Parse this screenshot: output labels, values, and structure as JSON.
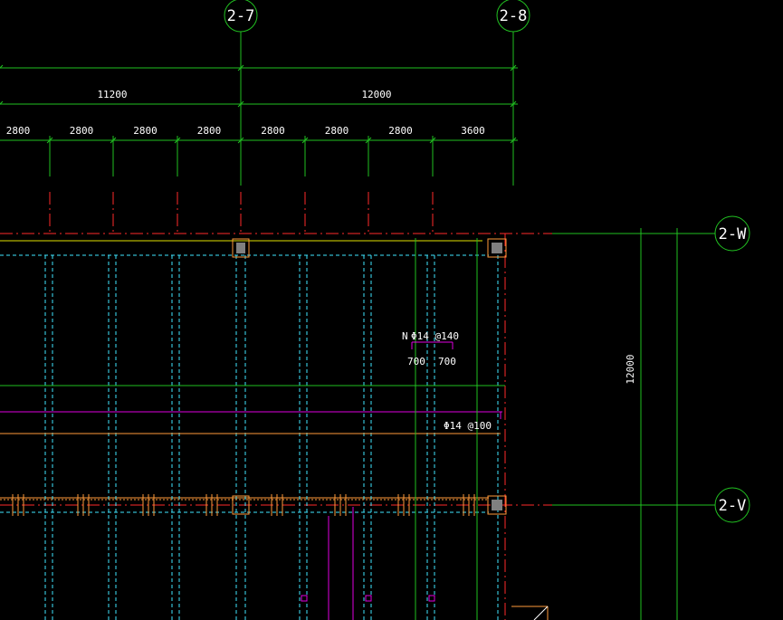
{
  "colors": {
    "background": "#000000",
    "axis_line": "#ff2a2a",
    "dimension": "#21c021",
    "beam_outline": "#e0e000",
    "beam_dashed": "#3fe6ff",
    "column": "#808080",
    "rebar_magenta": "#e000e0",
    "rebar_orange": "#ff9a3a",
    "text": "#ffffff"
  },
  "grid_axes": {
    "vertical": [
      "2-7",
      "2-8"
    ],
    "horizontal": [
      "2-W",
      "2-V"
    ]
  },
  "dimensions": {
    "overall": [
      "11200",
      "12000"
    ],
    "segments": [
      "2800",
      "2800",
      "2800",
      "2800",
      "2800",
      "2800",
      "2800",
      "3600"
    ],
    "vertical_span": "12000"
  },
  "annotations": {
    "rebar_top": "Φ14 @140",
    "rebar_top_prefix": "N",
    "rebar_left": "700",
    "rebar_right": "700",
    "rebar_bottom": "Φ14 @100"
  },
  "cursor_icon": "crosshair-icon"
}
